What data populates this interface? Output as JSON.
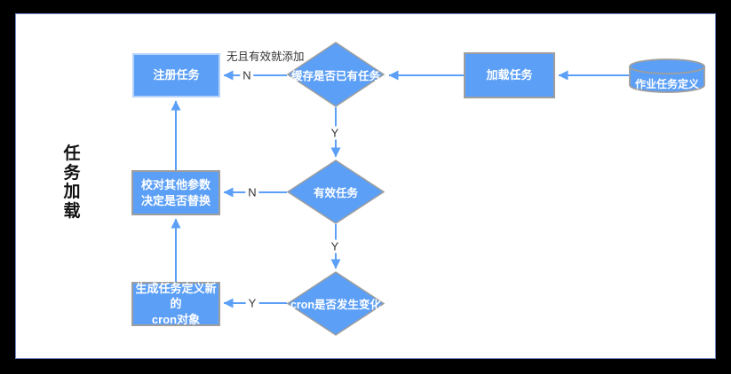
{
  "diagram": {
    "side_label": "任务加载",
    "nodes": {
      "job_def": "作业任务定义",
      "load": "加载任务",
      "cache_check": "缓存是否已有任务",
      "register": "注册任务",
      "valid_task": "有效任务",
      "check_params": "校对其他参数\n决定是否替换",
      "cron_changed": "cron是否发生变化",
      "gen_cron": "生成任务定义新的\ncron对象"
    },
    "edge_labels": {
      "add_note": "无且有效就添加",
      "cache_no": "N",
      "cache_yes": "Y",
      "valid_no": "N",
      "valid_yes": "Y",
      "cron_yes": "Y"
    },
    "colors": {
      "page_bg": "#000000",
      "canvas_bg": "#ffffff",
      "canvas_border": "#6f87bd",
      "node_fill": "#5c9ff6",
      "node_border_gray": "#9e9e9e",
      "register_border": "#b7d3f7",
      "edge_line": "#5c9ff6",
      "label_text": "#333333"
    }
  }
}
